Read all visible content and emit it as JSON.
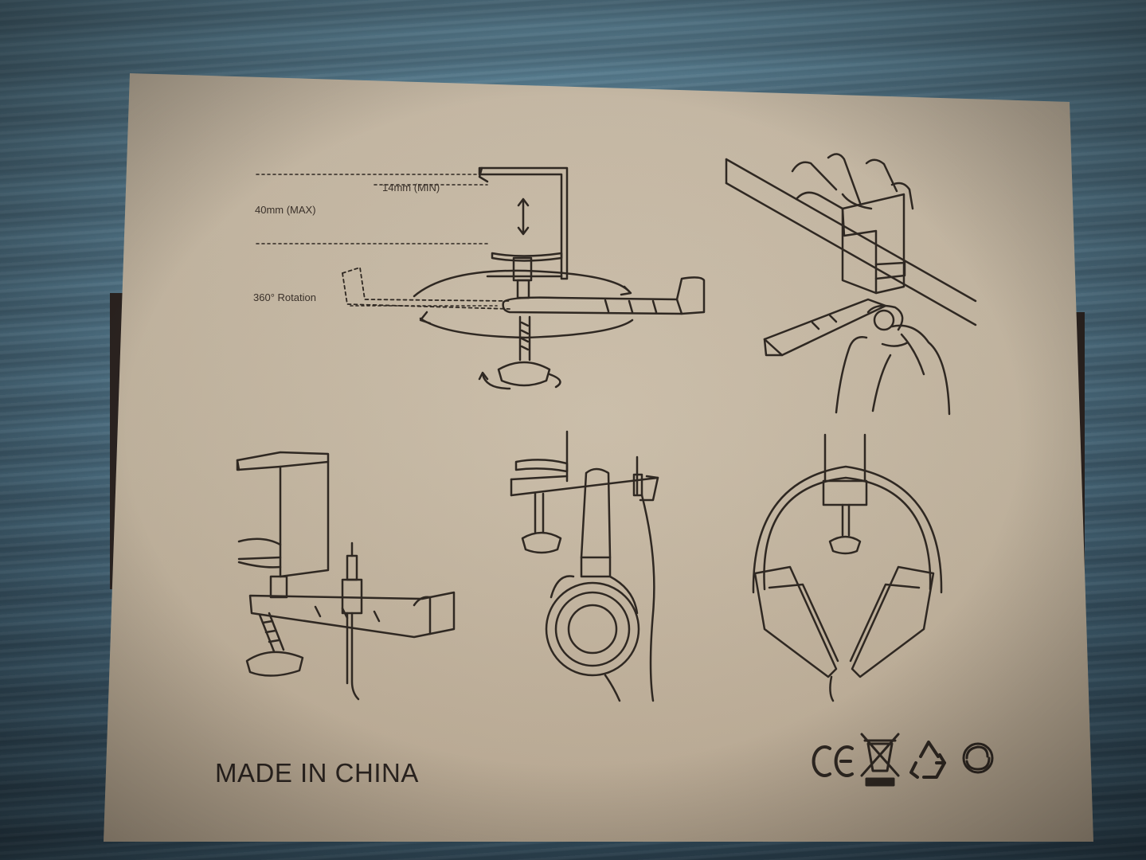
{
  "labels": {
    "min_depth": "14mm (MIN)",
    "max_depth": "40mm (MAX)",
    "rotation": "360° Rotation",
    "origin": "MADE IN CHINA"
  },
  "icons": [
    "ce-mark-icon",
    "weee-bin-icon",
    "recycle-icon",
    "green-dot-icon"
  ],
  "colors": {
    "cardboard": "#c6b8a2",
    "ink": "#3a312a",
    "background_wood": "#4a6b7e"
  }
}
